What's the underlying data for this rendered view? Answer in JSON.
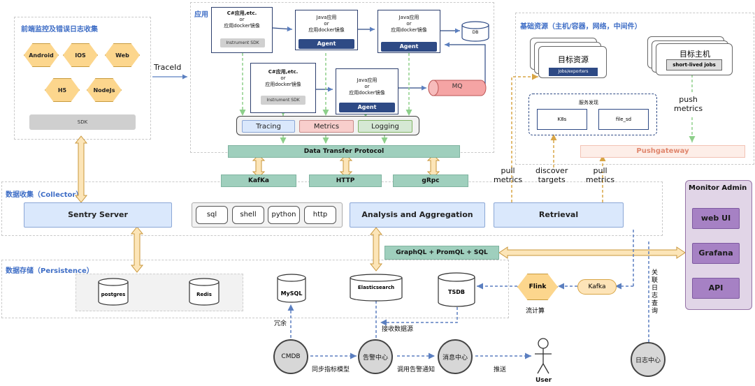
{
  "zones": {
    "frontend_title": "前端监控及错误日志收集",
    "apps_title": "应用",
    "infra_title": "基础资源（主机/容器，网络，中间件）",
    "collector_title": "数据收集（Collector）",
    "persistence_title": "数据存储（Persistence）"
  },
  "frontend": {
    "hexes": [
      "Android",
      "IOS",
      "Web",
      "H5",
      "NodeJs"
    ],
    "sdk": "SDK"
  },
  "traceid": "TraceId",
  "apps": {
    "csharp_top": "C#应用,etc.",
    "or": "or",
    "docker": "应用docker镜像",
    "java": "Java应用",
    "instrument_sdk": "Instrument SDK",
    "agent": "Agent",
    "db": "DB",
    "mq": "MQ",
    "signals": [
      "Tracing",
      "Metrics",
      "Logging"
    ],
    "dtp": "Data Transfer Protocol",
    "transports": [
      "KafKa",
      "HTTP",
      "gRpc"
    ]
  },
  "infra": {
    "target_resource": "目标资源",
    "jobs_exporters": "Jobs/exporters",
    "target_host": "目标主机",
    "short_lived": "short-lived jobs",
    "service_discovery": "服务发现",
    "k8s": "K8s",
    "file_sd": "file_sd",
    "push_metrics": "push\nmetrics",
    "pushgateway": "Pushgateway"
  },
  "flow_labels": {
    "pull_metrics_left": "pull\nmetrics",
    "discover_targets": "discover\ntargets",
    "pull_metrics_right": "pull\nmetrics"
  },
  "collector": {
    "sentry": "Sentry Server",
    "langs": [
      "sql",
      "shell",
      "python",
      "http"
    ],
    "analysis": "Analysis and Aggregation",
    "retrieval": "Retrieval"
  },
  "monitor_admin": {
    "title": "Monitor Admin",
    "buttons": [
      "web UI",
      "Grafana",
      "API"
    ]
  },
  "graphql": "GraphQL + PromQL + SQL",
  "persistence": {
    "postgres": "postgres",
    "redis": "Redis",
    "mysql": "MySQL",
    "elasticsearch": "Elasticsearch",
    "tsdb": "TSDB",
    "flink": "Flink",
    "kafka": "Kafka",
    "stream_compute": "流计算",
    "redundant": "冗余",
    "receive_source": "接收数据源"
  },
  "bottom": {
    "cmdb": "CMDB",
    "alert_center": "告警中心",
    "message_center": "消息中心",
    "log_center": "日志中心",
    "user": "User",
    "sync_model": "同步指标模型",
    "call_notify": "调用告警通知",
    "push": "推送",
    "log_query": "关联日志查询"
  }
}
